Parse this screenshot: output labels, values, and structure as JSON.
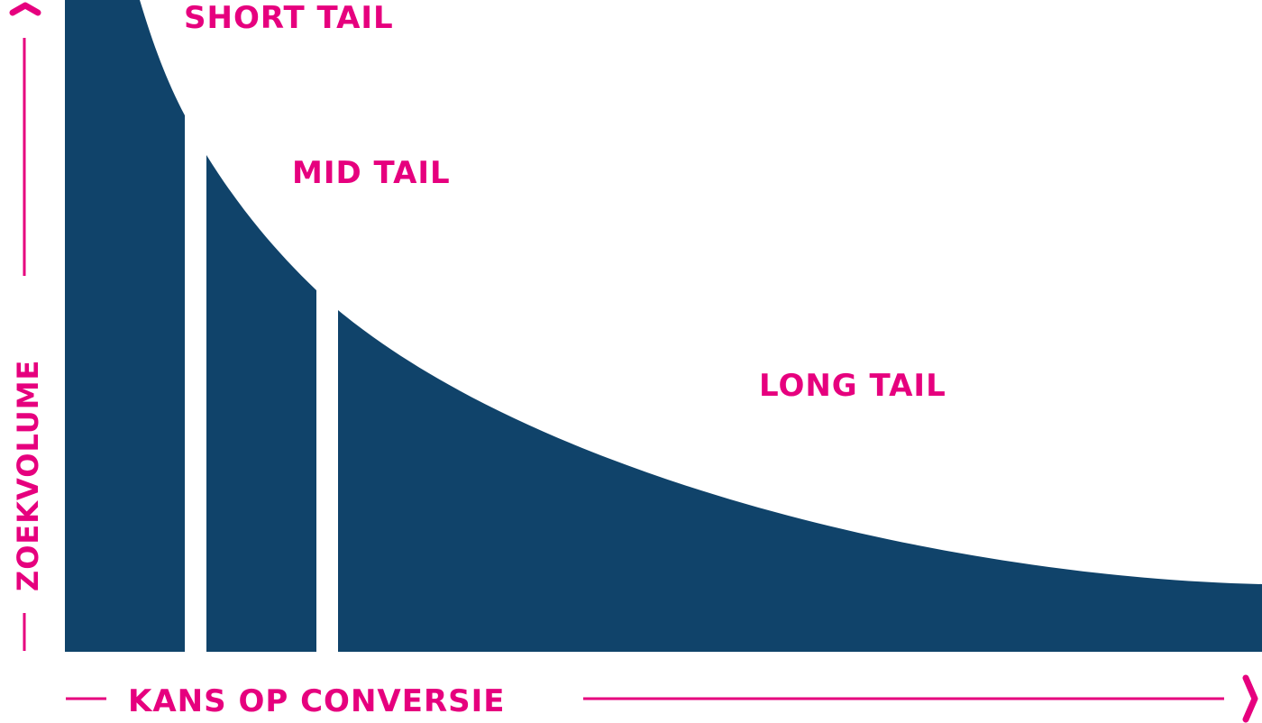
{
  "chart_data": {
    "type": "area",
    "segments": [
      {
        "name": "SHORT TAIL"
      },
      {
        "name": "MID TAIL"
      },
      {
        "name": "LONG TAIL"
      }
    ],
    "xlabel": "KANS OP CONVERSIE",
    "ylabel": "ZOEKVOLUME",
    "grid": false,
    "legend": "none"
  },
  "colors": {
    "area": "#10436A",
    "accent": "#E6007E",
    "background": "#FFFFFF"
  }
}
